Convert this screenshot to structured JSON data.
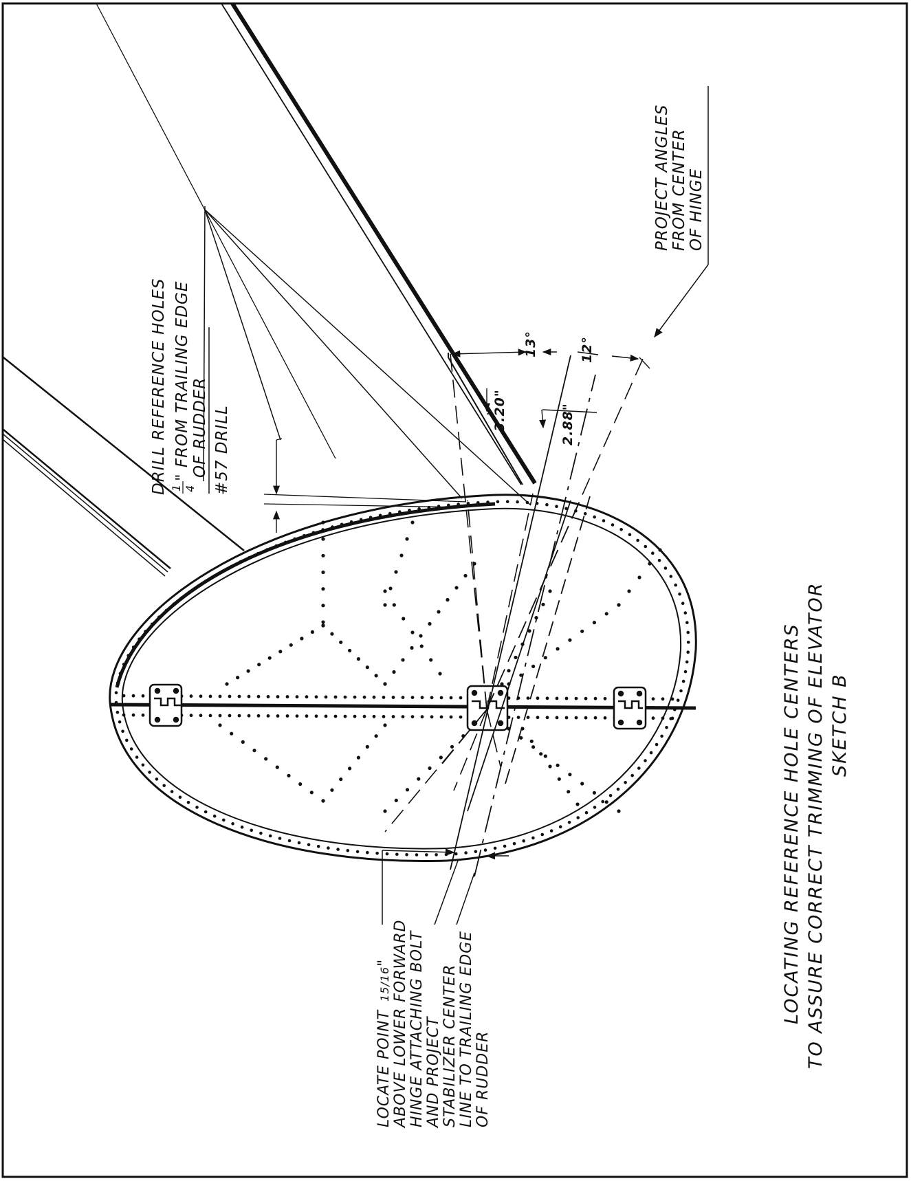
{
  "labels": {
    "drill": {
      "line1": "DRILL REFERENCE HOLES",
      "line2_frac_num": "1",
      "line2_frac_den": "4",
      "line2_text": "\" FROM TRAILING EDGE",
      "line3": "OF RUDDER",
      "line4": "#57 DRILL"
    },
    "project": {
      "line1": "PROJECT ANGLES",
      "line2": "FROM CENTER",
      "line3": "OF HINGE"
    },
    "locate": {
      "line1_text": "LOCATE POINT",
      "line1_frac": "15/16",
      "line1_mark": "\"",
      "line2": "ABOVE LOWER FORWARD",
      "line3": "HINGE ATTACHING BOLT",
      "line4": "AND PROJECT",
      "line5": "STABILIZER CENTER",
      "line6": "LINE TO TRAILING EDGE",
      "line7": "OF RUDDER"
    },
    "title": {
      "line1": "LOCATING REFERENCE HOLE CENTERS",
      "line2": "TO ASSURE  CORRECT  TRIMMING OF ELEVATOR",
      "line3": "SKETCH   B"
    }
  },
  "dimensions": {
    "angle_upper": "13°",
    "angle_lower": "12°",
    "dist_upper": "3.20\"",
    "dist_lower": "2.88\""
  }
}
